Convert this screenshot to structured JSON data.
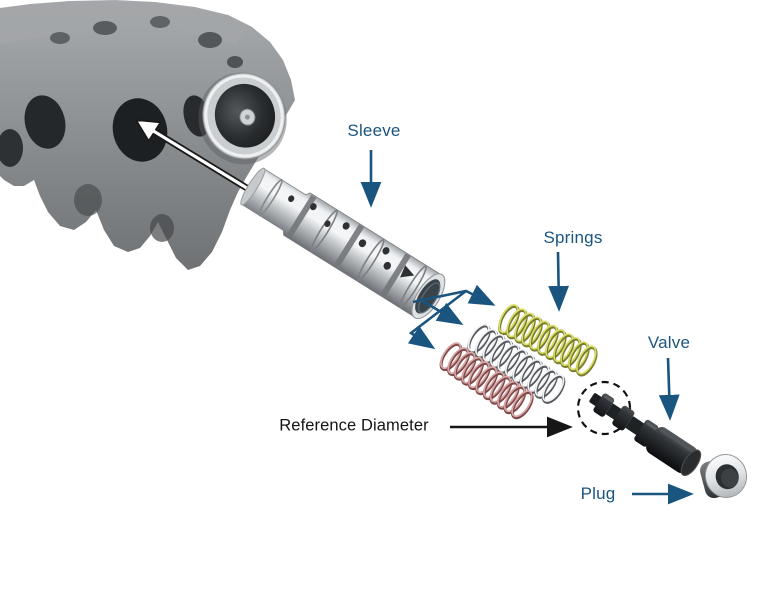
{
  "labels": {
    "sleeve": "Sleeve",
    "springs": "Springs",
    "valve": "Valve",
    "reference_diameter": "Reference Diameter",
    "plug": "Plug"
  },
  "colors": {
    "label_blue": "#1a5580",
    "annotation_black": "#151515",
    "background": "#ffffff",
    "spring_yellow": "#c9cf5a",
    "spring_white": "#e8ebec",
    "spring_pink": "#cf9a9a",
    "valve_black": "#1a1c1e",
    "metal_silver": "#d2d5d8"
  }
}
